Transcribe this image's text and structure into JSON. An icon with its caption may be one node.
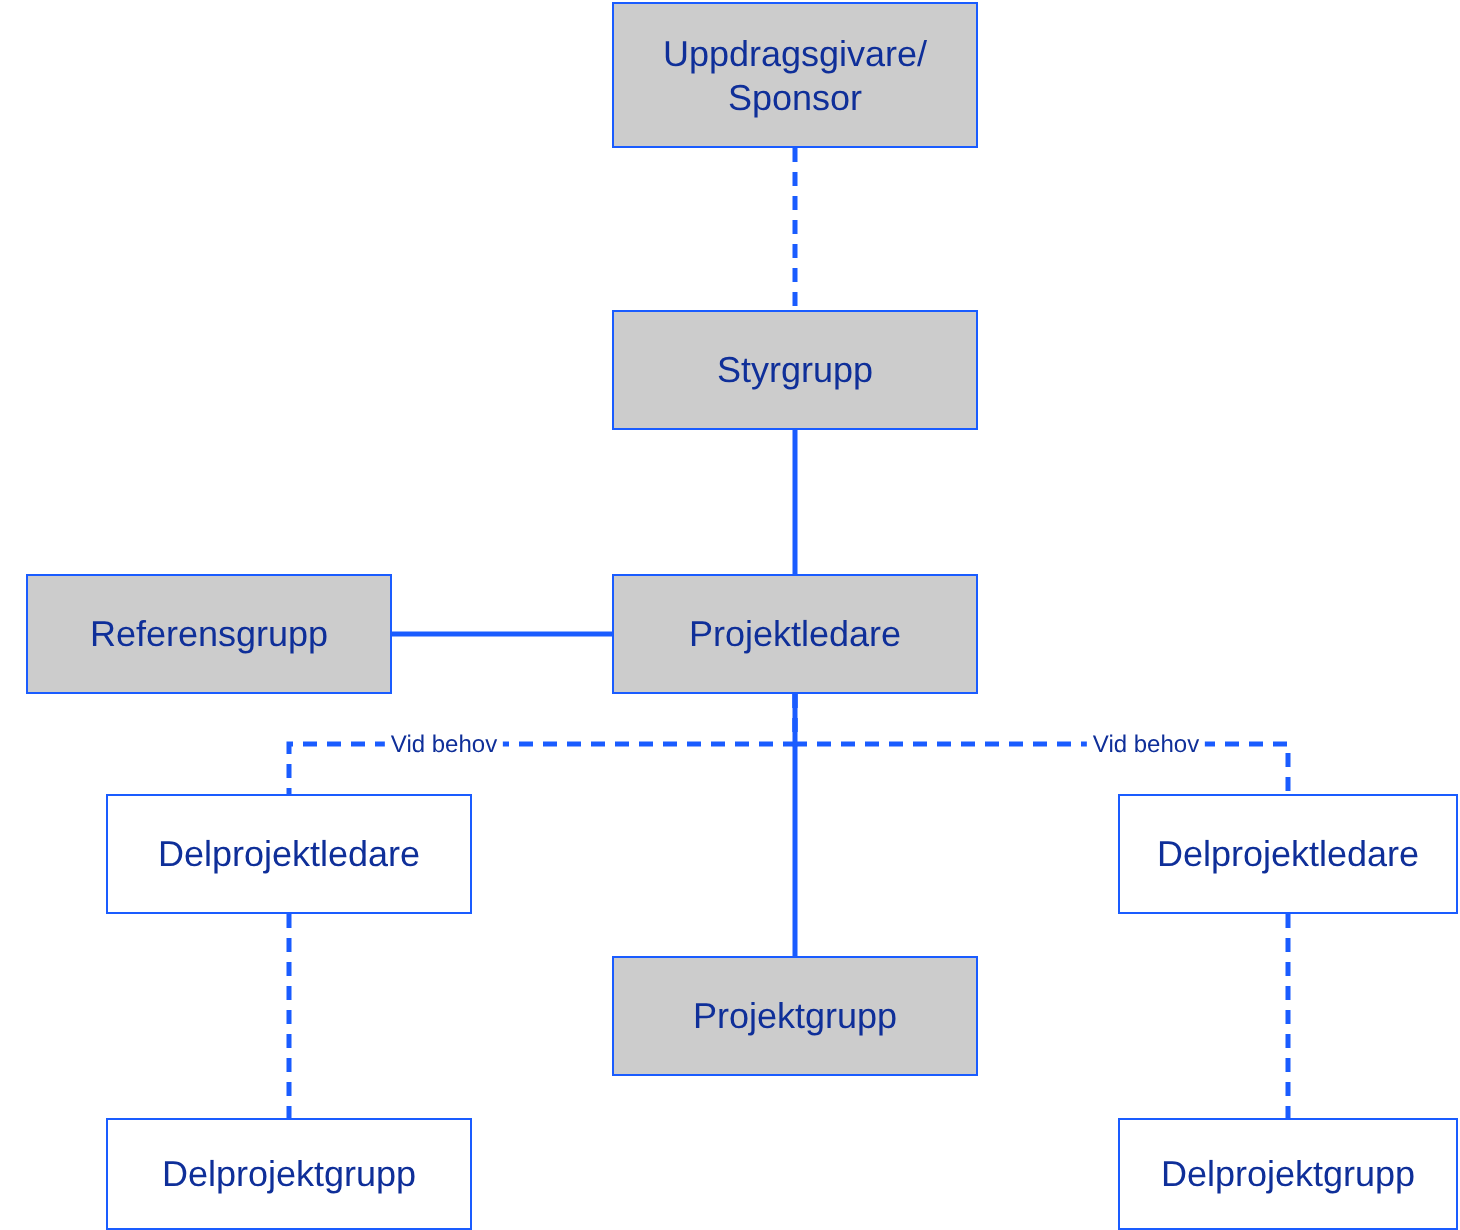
{
  "diagram": {
    "nodes": [
      {
        "text": [
          "Uppdragsgivare/ Sponsor"
        ]
      },
      {
        "text": [
          "Styrgrupp"
        ]
      },
      {
        "text": [
          "Referensgrupp"
        ]
      },
      {
        "text": [
          "Projektledare"
        ]
      },
      {
        "text": [
          "Delprojektledare"
        ]
      },
      {
        "text": [
          "Projektgrupp"
        ]
      },
      {
        "text": [
          "Delprojektledare"
        ]
      },
      {
        "text": [
          "Delprojektgrupp"
        ]
      },
      {
        "text": [
          "Delprojektgrupp"
        ]
      }
    ],
    "edges": [
      {
        "from": 0,
        "to": 1,
        "arrow": "none",
        "style": "dashed"
      },
      {
        "from": 1,
        "to": 3,
        "arrow": "none"
      },
      {
        "from": 2,
        "to": 3,
        "arrow": "none"
      },
      {
        "from": 3,
        "to": 5,
        "arrow": "none"
      },
      {
        "from": 3,
        "to": 4,
        "arrow": "none",
        "style": "dashed",
        "label": "Vid behov"
      },
      {
        "from": 3,
        "to": 6,
        "arrow": "none",
        "style": "dashed",
        "label": "Vid behov"
      },
      {
        "from": 4,
        "to": 7,
        "arrow": "none",
        "style": "dashed"
      },
      {
        "from": 6,
        "to": 8,
        "arrow": "none",
        "style": "dashed"
      }
    ]
  }
}
